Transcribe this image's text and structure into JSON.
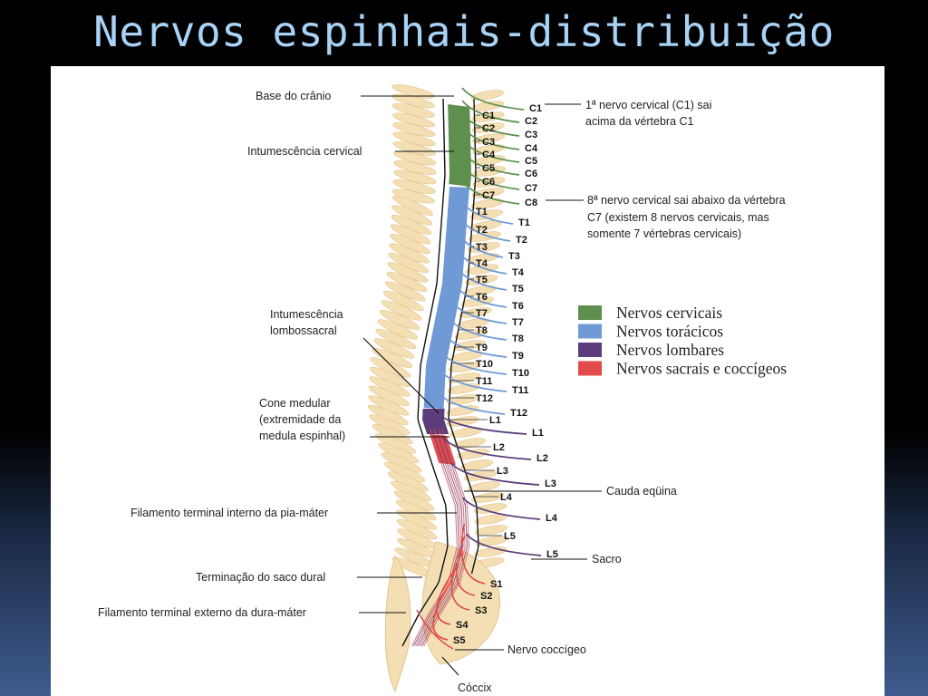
{
  "title": "Nervos espinhais-distribuição",
  "figure": {
    "annotations_left": [
      {
        "id": "base",
        "text": "Base do crânio"
      },
      {
        "id": "intcerv",
        "text": "Intumescência cervical"
      },
      {
        "id": "intlomb1",
        "text": "Intumescência"
      },
      {
        "id": "intlomb2",
        "text": "lombossacral"
      },
      {
        "id": "cone1",
        "text": "Cone medular"
      },
      {
        "id": "cone2",
        "text": "(extremidade da"
      },
      {
        "id": "cone3",
        "text": "medula espinhal)"
      },
      {
        "id": "filint",
        "text": "Filamento terminal interno da pia-máter"
      },
      {
        "id": "saco",
        "text": "Terminação do saco dural"
      },
      {
        "id": "filext",
        "text": "Filamento terminal externo da dura-máter"
      },
      {
        "id": "coccix",
        "text": "Cóccix"
      }
    ],
    "annotations_right": [
      {
        "id": "c1a",
        "text": "1ª nervo cervical (C1) sai"
      },
      {
        "id": "c1b",
        "text": "acima da vértebra C1"
      },
      {
        "id": "c8a",
        "text": "8ª nervo cervical sai abaixo da vértebra"
      },
      {
        "id": "c8b",
        "text": "C7 (existem 8 nervos cervicais, mas"
      },
      {
        "id": "c8c",
        "text": "somente 7 vértebras cervicais)"
      },
      {
        "id": "cauda",
        "text": "Cauda eqüina"
      },
      {
        "id": "sacro",
        "text": "Sacro"
      },
      {
        "id": "coccigeo",
        "text": "Nervo coccígeo"
      }
    ],
    "vertebra_labels": [
      "C1",
      "C2",
      "C3",
      "C4",
      "C5",
      "C6",
      "C7",
      "T1",
      "T2",
      "T3",
      "T4",
      "T5",
      "T6",
      "T7",
      "T8",
      "T9",
      "T10",
      "T11",
      "T12",
      "L1",
      "L2",
      "L3",
      "L4",
      "L5"
    ],
    "nerve_labels": [
      "C1",
      "C2",
      "C3",
      "C4",
      "C5",
      "C6",
      "C7",
      "C8",
      "T1",
      "T2",
      "T3",
      "T4",
      "T5",
      "T6",
      "T7",
      "T8",
      "T9",
      "T10",
      "T11",
      "T12",
      "L1",
      "L2",
      "L3",
      "L4",
      "L5",
      "S1",
      "S2",
      "S3",
      "S4",
      "S5"
    ],
    "legend": [
      {
        "label": "Nervos cervicais",
        "color": "#5e8f4f"
      },
      {
        "label": "Nervos torácicos",
        "color": "#6f9ad6"
      },
      {
        "label": "Nervos lombares",
        "color": "#5a3d7a"
      },
      {
        "label": "Nervos sacrais e coccígeos",
        "color": "#e24b4b"
      }
    ]
  }
}
